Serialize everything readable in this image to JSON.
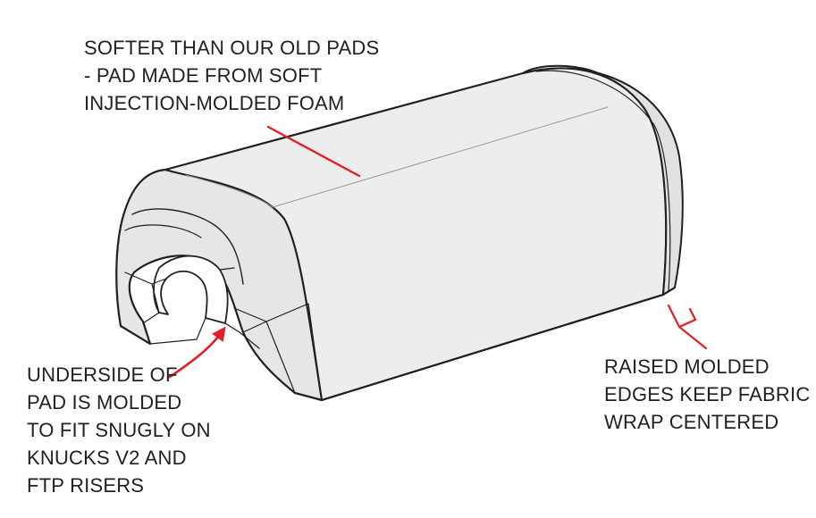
{
  "callouts": {
    "foam": {
      "lines": [
        "SOFTER THAN OUR OLD PADS",
        "- PAD MADE FROM SOFT",
        "INJECTION-MOLDED FOAM"
      ]
    },
    "edges": {
      "lines": [
        "RAISED MOLDED",
        "EDGES KEEP FABRIC",
        "WRAP CENTERED"
      ]
    },
    "underside": {
      "lines": [
        "UNDERSIDE OF",
        "PAD IS MOLDED",
        "TO FIT SNUGLY ON",
        "KNUCKS V2 AND",
        "FTP RISERS"
      ]
    }
  },
  "colors": {
    "outline": "#231f20",
    "pad_fill": "#ededed",
    "pad_shade": "#dcdcdc",
    "pointer": "#e31e24",
    "text": "#231f20"
  }
}
